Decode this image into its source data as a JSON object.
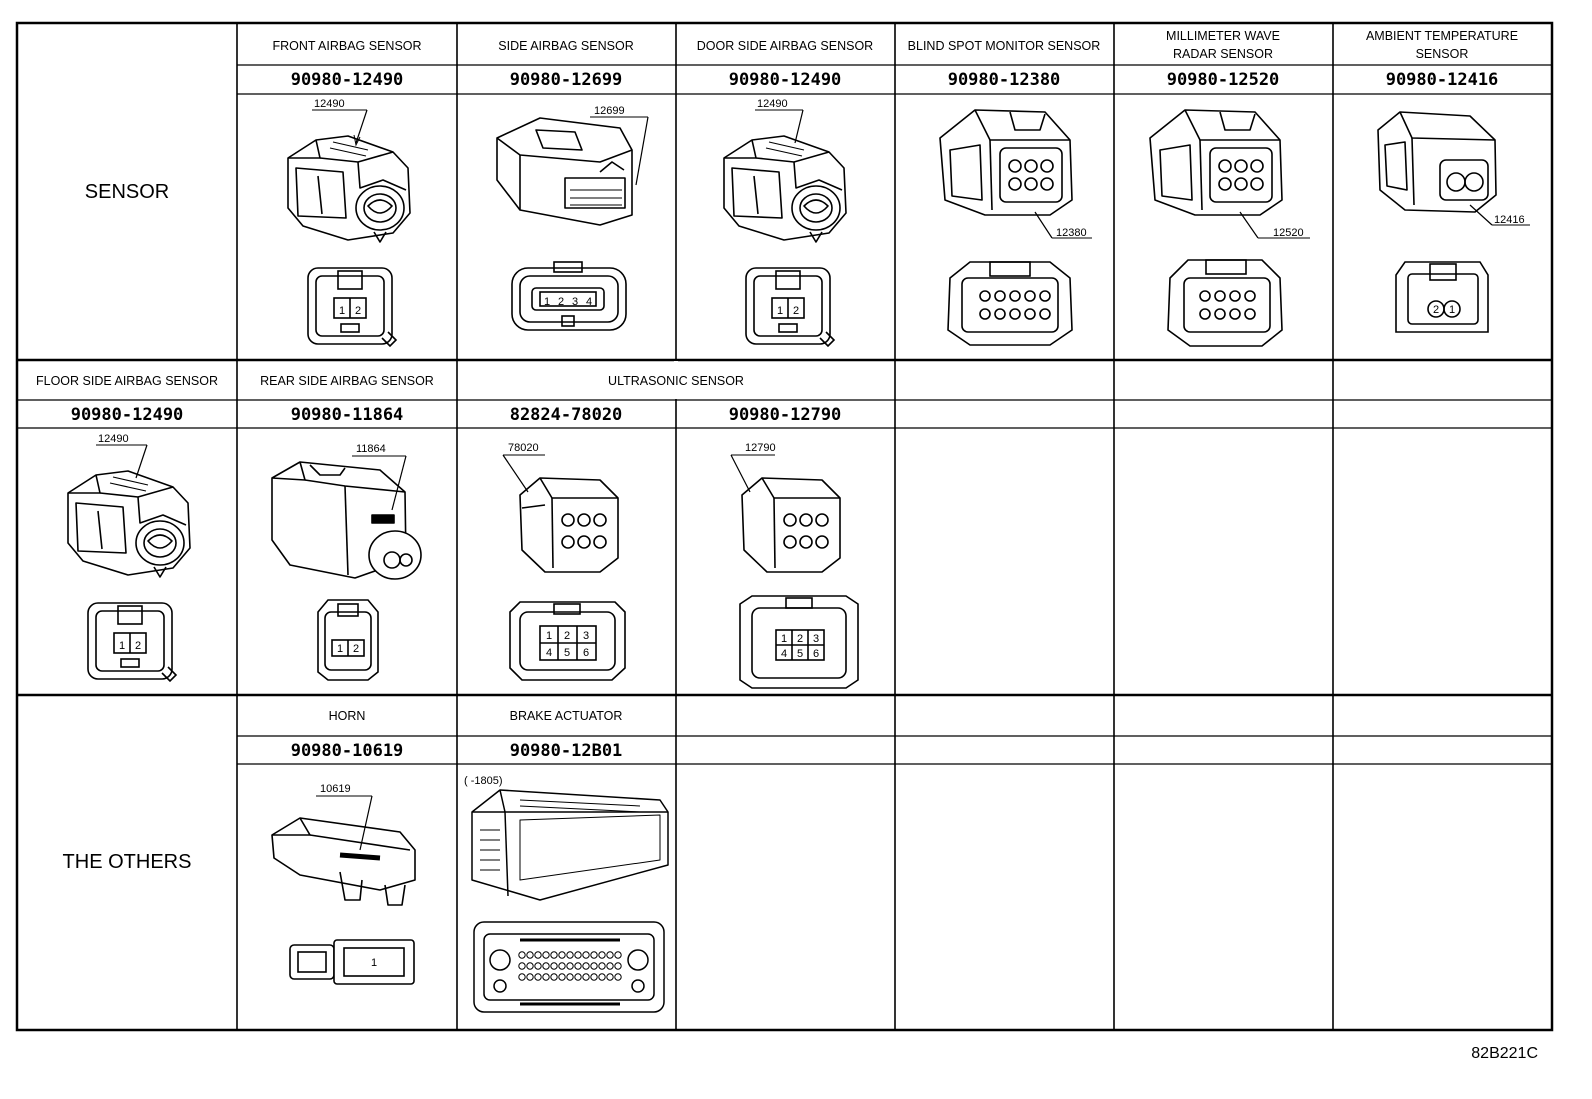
{
  "sections": {
    "sensor": "SENSOR",
    "others": "THE OTHERS"
  },
  "row1": [
    {
      "label": "FRONT AIRBAG SENSOR",
      "part": "90980-12490",
      "callout": "12490",
      "pins": [
        "1",
        "2"
      ]
    },
    {
      "label": "SIDE AIRBAG SENSOR",
      "part": "90980-12699",
      "callout": "12699",
      "pins": [
        "1",
        "2",
        "3",
        "4"
      ]
    },
    {
      "label": "DOOR SIDE AIRBAG SENSOR",
      "part": "90980-12490",
      "callout": "12490",
      "pins": [
        "1",
        "2"
      ]
    },
    {
      "label": "BLIND SPOT MONITOR SENSOR",
      "part": "90980-12380",
      "callout": "12380"
    },
    {
      "label_line1": "MILLIMETER WAVE",
      "label_line2": "RADAR SENSOR",
      "part": "90980-12520",
      "callout": "12520"
    },
    {
      "label_line1": "AMBIENT TEMPERATURE",
      "label_line2": "SENSOR",
      "part": "90980-12416",
      "callout": "12416",
      "pins": [
        "2",
        "1"
      ]
    }
  ],
  "row2": [
    {
      "label": "FLOOR SIDE AIRBAG SENSOR",
      "part": "90980-12490",
      "callout": "12490",
      "pins": [
        "1",
        "2"
      ]
    },
    {
      "label": "REAR SIDE AIRBAG SENSOR",
      "part": "90980-11864",
      "callout": "11864",
      "pins": [
        "1",
        "2"
      ]
    },
    {
      "label": "ULTRASONIC SENSOR",
      "part": "82824-78020",
      "callout": "78020",
      "pins": [
        "1",
        "2",
        "3",
        "4",
        "5",
        "6"
      ]
    },
    {
      "part": "90980-12790",
      "callout": "12790",
      "pins": [
        "1",
        "2",
        "3",
        "4",
        "5",
        "6"
      ]
    }
  ],
  "row3": [
    {
      "label": "HORN",
      "part": "90980-10619",
      "callout": "10619",
      "pins": [
        "1"
      ]
    },
    {
      "label": "BRAKE ACTUATOR",
      "part": "90980-12B01",
      "callout": "(      -1805)"
    }
  ],
  "diagram_code": "82B221C"
}
